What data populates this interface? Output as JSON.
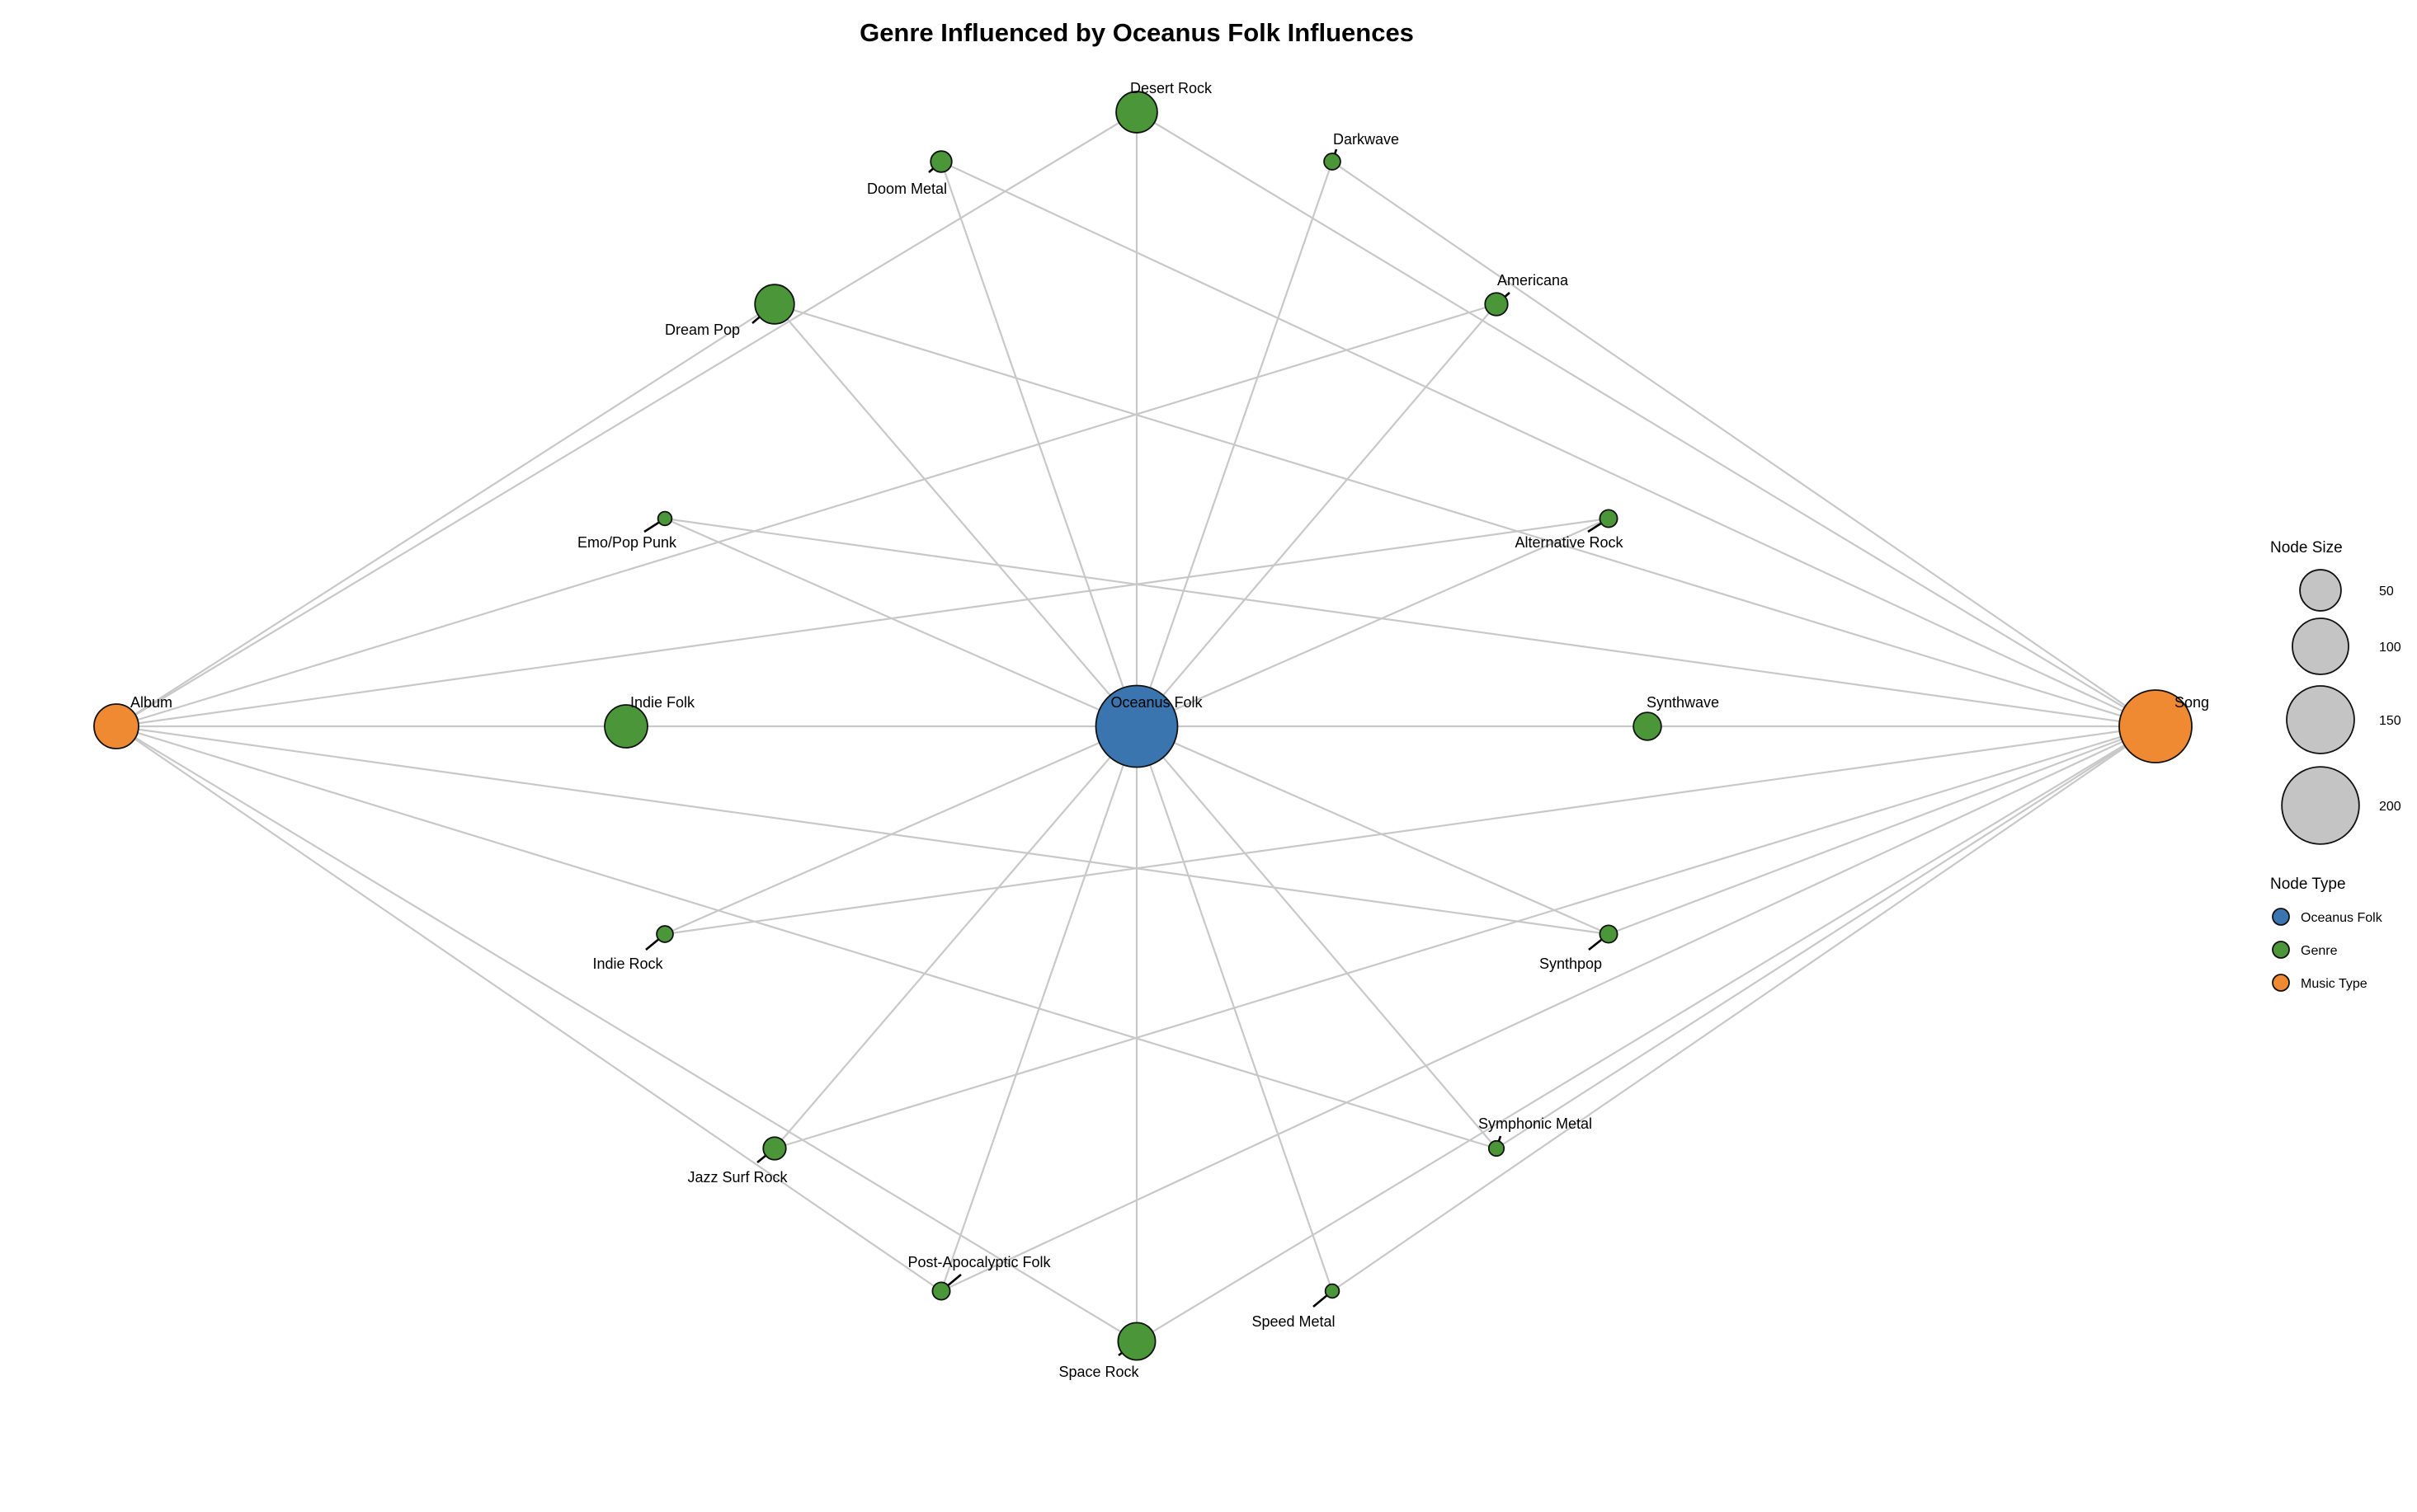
{
  "title": "Genre Influenced by Oceanus Folk Influences",
  "node_types": {
    "oceanus": {
      "label": "Oceanus Folk",
      "color": "#3a75b0"
    },
    "genre": {
      "label": "Genre",
      "color": "#4a9638"
    },
    "music_type": {
      "label": "Music Type",
      "color": "#f08a32"
    }
  },
  "nodes": [
    {
      "id": "oceanus_folk",
      "label": "Oceanus Folk",
      "type": "oceanus",
      "size": 225
    },
    {
      "id": "album",
      "label": "Album",
      "type": "music_type",
      "size": 60
    },
    {
      "id": "song",
      "label": "Song",
      "type": "music_type",
      "size": 175
    },
    {
      "id": "desert_rock",
      "label": "Desert Rock",
      "type": "genre",
      "size": 50
    },
    {
      "id": "darkwave",
      "label": "Darkwave",
      "type": "genre",
      "size": 5
    },
    {
      "id": "doom_metal",
      "label": "Doom Metal",
      "type": "genre",
      "size": 10
    },
    {
      "id": "dream_pop",
      "label": "Dream Pop",
      "type": "genre",
      "size": 45
    },
    {
      "id": "americana",
      "label": "Americana",
      "type": "genre",
      "size": 12
    },
    {
      "id": "emo_pop_punk",
      "label": "Emo/Pop Punk",
      "type": "genre",
      "size": 3
    },
    {
      "id": "alternative_rock",
      "label": "Alternative Rock",
      "type": "genre",
      "size": 6
    },
    {
      "id": "indie_folk",
      "label": "Indie Folk",
      "type": "genre",
      "size": 55
    },
    {
      "id": "synthwave",
      "label": "Synthwave",
      "type": "genre",
      "size": 20
    },
    {
      "id": "indie_rock",
      "label": "Indie Rock",
      "type": "genre",
      "size": 5
    },
    {
      "id": "synthpop",
      "label": "Synthpop",
      "type": "genre",
      "size": 6
    },
    {
      "id": "jazz_surf_rock",
      "label": "Jazz Surf Rock",
      "type": "genre",
      "size": 12
    },
    {
      "id": "symphonic_metal",
      "label": "Symphonic Metal",
      "type": "genre",
      "size": 4
    },
    {
      "id": "post_apocalyptic_folk",
      "label": "Post-Apocalyptic Folk",
      "type": "genre",
      "size": 6
    },
    {
      "id": "speed_metal",
      "label": "Speed Metal",
      "type": "genre",
      "size": 3
    },
    {
      "id": "space_rock",
      "label": "Space Rock",
      "type": "genre",
      "size": 40
    }
  ],
  "edges": [
    [
      "oceanus_folk",
      "desert_rock"
    ],
    [
      "oceanus_folk",
      "darkwave"
    ],
    [
      "oceanus_folk",
      "doom_metal"
    ],
    [
      "oceanus_folk",
      "dream_pop"
    ],
    [
      "oceanus_folk",
      "americana"
    ],
    [
      "oceanus_folk",
      "emo_pop_punk"
    ],
    [
      "oceanus_folk",
      "alternative_rock"
    ],
    [
      "oceanus_folk",
      "indie_folk"
    ],
    [
      "oceanus_folk",
      "synthwave"
    ],
    [
      "oceanus_folk",
      "indie_rock"
    ],
    [
      "oceanus_folk",
      "synthpop"
    ],
    [
      "oceanus_folk",
      "jazz_surf_rock"
    ],
    [
      "oceanus_folk",
      "symphonic_metal"
    ],
    [
      "oceanus_folk",
      "post_apocalyptic_folk"
    ],
    [
      "oceanus_folk",
      "speed_metal"
    ],
    [
      "oceanus_folk",
      "space_rock"
    ],
    [
      "album",
      "desert_rock"
    ],
    [
      "album",
      "dream_pop"
    ],
    [
      "album",
      "americana"
    ],
    [
      "album",
      "alternative_rock"
    ],
    [
      "album",
      "indie_folk"
    ],
    [
      "album",
      "synthpop"
    ],
    [
      "album",
      "symphonic_metal"
    ],
    [
      "album",
      "post_apocalyptic_folk"
    ],
    [
      "album",
      "space_rock"
    ],
    [
      "song",
      "desert_rock"
    ],
    [
      "song",
      "darkwave"
    ],
    [
      "song",
      "doom_metal"
    ],
    [
      "song",
      "dream_pop"
    ],
    [
      "song",
      "emo_pop_punk"
    ],
    [
      "song",
      "synthwave"
    ],
    [
      "song",
      "indie_rock"
    ],
    [
      "song",
      "synthpop"
    ],
    [
      "song",
      "jazz_surf_rock"
    ],
    [
      "song",
      "symphonic_metal"
    ],
    [
      "song",
      "post_apocalyptic_folk"
    ],
    [
      "song",
      "speed_metal"
    ],
    [
      "song",
      "space_rock"
    ]
  ],
  "legend": {
    "size_title": "Node Size",
    "size_items": [
      {
        "value": 50,
        "label": "50"
      },
      {
        "value": 100,
        "label": "100"
      },
      {
        "value": 150,
        "label": "150"
      },
      {
        "value": 200,
        "label": "200"
      }
    ],
    "type_title": "Node Type",
    "type_items": [
      "oceanus",
      "genre",
      "music_type"
    ]
  }
}
